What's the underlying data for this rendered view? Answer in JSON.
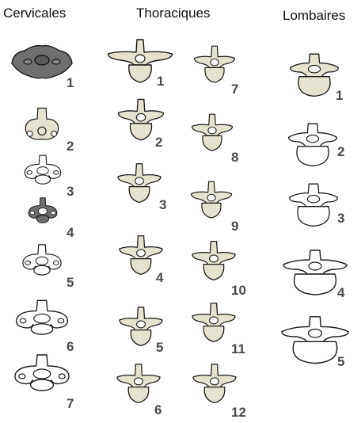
{
  "figure": {
    "columns": [
      {
        "title": "Cervicales",
        "key": "cervical",
        "vertebrae": [
          {
            "label": "1",
            "fill": "#6f6f6f",
            "shape": "atlas"
          },
          {
            "label": "2",
            "fill": "#e5e3cf",
            "shape": "axis"
          },
          {
            "label": "3",
            "fill": "#ffffff",
            "shape": "cervical"
          },
          {
            "label": "4",
            "fill": "#6f6f6f",
            "shape": "cervical-small"
          },
          {
            "label": "5",
            "fill": "#ffffff",
            "shape": "cervical"
          },
          {
            "label": "6",
            "fill": "#ffffff",
            "shape": "cervical-wide"
          },
          {
            "label": "7",
            "fill": "#ffffff",
            "shape": "cervical-wide"
          }
        ]
      },
      {
        "title": "Thoraciques",
        "key": "thoracic",
        "vertebrae": [
          {
            "label": "1",
            "fill": "#e5e3cf",
            "shape": "thoracic-wide"
          },
          {
            "label": "2",
            "fill": "#e5e3cf",
            "shape": "thoracic"
          },
          {
            "label": "3",
            "fill": "#e5e3cf",
            "shape": "thoracic"
          },
          {
            "label": "4",
            "fill": "#e5e3cf",
            "shape": "thoracic"
          },
          {
            "label": "5",
            "fill": "#e5e3cf",
            "shape": "thoracic"
          },
          {
            "label": "6",
            "fill": "#e5e3cf",
            "shape": "thoracic"
          },
          {
            "label": "7",
            "fill": "#e5e3cf",
            "shape": "thoracic"
          },
          {
            "label": "8",
            "fill": "#e5e3cf",
            "shape": "thoracic"
          },
          {
            "label": "9",
            "fill": "#e5e3cf",
            "shape": "thoracic"
          },
          {
            "label": "10",
            "fill": "#e5e3cf",
            "shape": "thoracic"
          },
          {
            "label": "11",
            "fill": "#e5e3cf",
            "shape": "thoracic"
          },
          {
            "label": "12",
            "fill": "#e5e3cf",
            "shape": "thoracic"
          }
        ]
      },
      {
        "title": "Lombaires",
        "key": "lumbar",
        "vertebrae": [
          {
            "label": "1",
            "fill": "#e5e3cf",
            "shape": "lumbar"
          },
          {
            "label": "2",
            "fill": "#ffffff",
            "shape": "lumbar"
          },
          {
            "label": "3",
            "fill": "#ffffff",
            "shape": "lumbar"
          },
          {
            "label": "4",
            "fill": "#ffffff",
            "shape": "lumbar-wide"
          },
          {
            "label": "5",
            "fill": "#ffffff",
            "shape": "lumbar-wide"
          }
        ]
      }
    ],
    "colors": {
      "outline": "#1a1a1a",
      "label": "#4a4a4a",
      "dark_fill": "#6f6f6f",
      "beige_fill": "#e5e3cf",
      "white_fill": "#ffffff"
    }
  }
}
